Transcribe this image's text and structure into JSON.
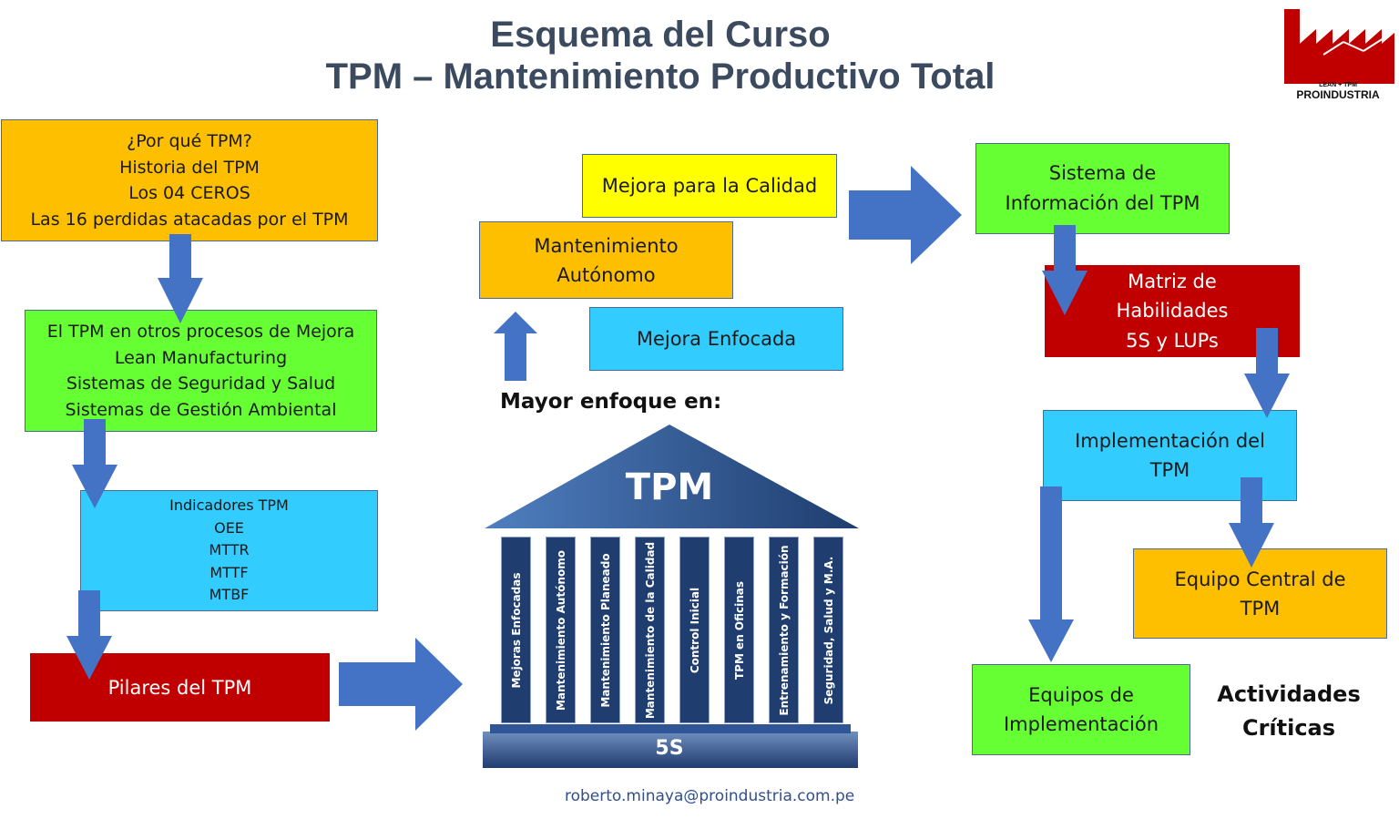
{
  "header": {
    "title_line1": "Esquema del Curso",
    "title_line2": "TPM – Mantenimiento Productivo Total"
  },
  "logo": {
    "tagline": "LEAN + TPM",
    "brand": "PROINDUSTRIA"
  },
  "left_column": {
    "box1": [
      "¿Por qué TPM?",
      "Historia del TPM",
      "Los 04 CEROS",
      "Las 16 perdidas atacadas por el TPM"
    ],
    "box2": [
      "El TPM en otros procesos de Mejora",
      "Lean Manufacturing",
      "Sistemas de Seguridad y Salud",
      "Sistemas de Gestión Ambiental"
    ],
    "box3": [
      "Indicadores TPM",
      "OEE",
      "MTTR",
      "MTTF",
      "MTBF"
    ],
    "box4": "Pilares del TPM"
  },
  "center": {
    "mejora_calidad": "Mejora para la Calidad",
    "mantenimiento_autonomo": [
      "Mantenimiento",
      "Autónomo"
    ],
    "mejora_enfocada": "Mejora Enfocada",
    "mayor_enfoque": "Mayor enfoque en:",
    "temple": {
      "roof": "TPM",
      "base": "5S",
      "pillars": [
        "Mejoras Enfocadas",
        "Mantenimiento Autónomo",
        "Mantenimiento Planeado",
        "Mantenimiento de la Calidad",
        "Control Inicial",
        "TPM en Oficinas",
        "Entrenamiento y Formación",
        "Seguridad, Salud y M.A."
      ]
    }
  },
  "right_column": {
    "sistema_info": [
      "Sistema de",
      "Información del TPM"
    ],
    "matriz": [
      "Matriz de",
      "Habilidades",
      "5S y LUPs"
    ],
    "implementacion": [
      "Implementación del",
      "TPM"
    ],
    "equipo_central": [
      "Equipo Central de",
      "TPM"
    ],
    "equipos_impl": [
      "Equipos de",
      "Implementación"
    ],
    "actividades": [
      "Actividades",
      "Críticas"
    ]
  },
  "footer": {
    "email": "roberto.minaya@proindustria.com.pe"
  },
  "colors": {
    "arrow": "#4472c4",
    "orange": "#fdbf00",
    "green": "#66ff33",
    "cyan": "#33ccff",
    "red": "#c00000",
    "yellow": "#ffff00",
    "temple_dark": "#1f3d6e",
    "title": "#3b4a5e"
  }
}
